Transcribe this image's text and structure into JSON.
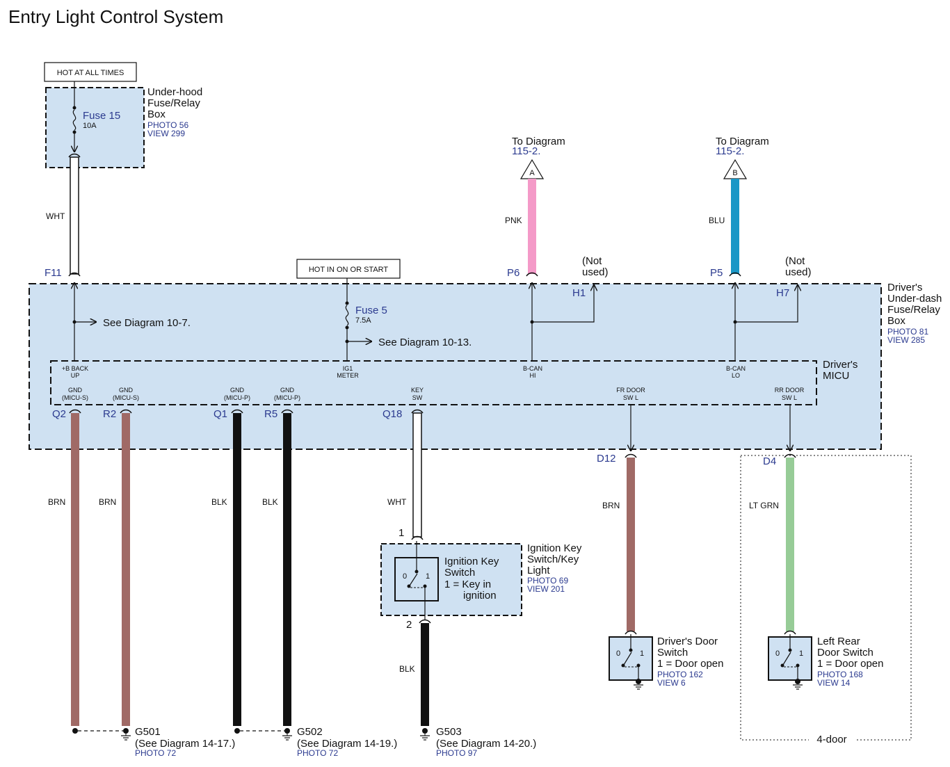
{
  "title": "Entry Light Control System",
  "hot_at_all_times": "HOT AT ALL TIMES",
  "hot_in_on_or_start": "HOT IN ON OR START",
  "underhood_box": {
    "name_lines": [
      "Under-hood",
      "Fuse/Relay",
      "Box"
    ],
    "photo": "PHOTO 56",
    "view": "VIEW 299",
    "fuse_name": "Fuse 15",
    "fuse_rating": "10A"
  },
  "underdash_box": {
    "name_lines": [
      "Driver's",
      "Under-dash",
      "Fuse/Relay",
      "Box"
    ],
    "photo": "PHOTO 81",
    "view": "VIEW 285",
    "fuse_name": "Fuse 5",
    "fuse_rating": "7.5A"
  },
  "micu": {
    "name_lines": [
      "Driver's",
      "MICU"
    ]
  },
  "see_diagrams": {
    "d10_7": "See Diagram 10-7.",
    "d10_13": "See Diagram 10-13."
  },
  "to_diagram_a": {
    "line1": "To Diagram",
    "line2": "115-2.",
    "letter": "A"
  },
  "to_diagram_b": {
    "line1": "To Diagram",
    "line2": "115-2.",
    "letter": "B"
  },
  "not_used": [
    "(Not",
    "used)"
  ],
  "pins": {
    "F11": "F11",
    "P6": "P6",
    "P5": "P5",
    "H1": "H1",
    "H7": "H7",
    "Q2": "Q2",
    "R2": "R2",
    "Q1": "Q1",
    "R5": "R5",
    "Q18": "Q18",
    "D12": "D12",
    "D4": "D4"
  },
  "micu_pins": {
    "bbackup": [
      "+B BACK",
      "UP"
    ],
    "ig1": [
      "IG1",
      "METER"
    ],
    "bcanhi": [
      "B-CAN",
      "HI"
    ],
    "bcanlo": [
      "B-CAN",
      "LO"
    ],
    "gnd1": [
      "GND",
      "(MICU-S)"
    ],
    "gnd2": [
      "GND",
      "(MICU-S)"
    ],
    "gnd3": [
      "GND",
      "(MICU-P)"
    ],
    "gnd4": [
      "GND",
      "(MICU-P)"
    ],
    "keysw": [
      "KEY",
      "SW"
    ],
    "frdoor": [
      "FR DOOR",
      "SW L"
    ],
    "rrdoor": [
      "RR DOOR",
      "SW L"
    ]
  },
  "wires": {
    "wht_top": "WHT",
    "pnk": "PNK",
    "blu": "BLU",
    "brn1": "BRN",
    "brn2": "BRN",
    "blk1": "BLK",
    "blk2": "BLK",
    "wht_key": "WHT",
    "blk_key": "BLK",
    "brn_door": "BRN",
    "ltgrn": "LT GRN"
  },
  "ignition_switch": {
    "name_lines": [
      "Ignition Key",
      "Switch/Key",
      "Light"
    ],
    "inner_lines": [
      "Ignition Key",
      "Switch",
      "1 = Key in",
      "ignition"
    ],
    "photo": "PHOTO 69",
    "view": "VIEW 201",
    "pin1": "1",
    "pin2": "2"
  },
  "drivers_door_switch": {
    "lines": [
      "Driver's Door",
      "Switch",
      "1 = Door open"
    ],
    "photo": "PHOTO 162",
    "view": "VIEW 6"
  },
  "left_rear_door_switch": {
    "lines": [
      "Left Rear",
      "Door Switch",
      "1 = Door open"
    ],
    "photo": "PHOTO 168",
    "view": "VIEW 14"
  },
  "four_door": "4-door",
  "switch_positions": {
    "zero": "0",
    "one": "1"
  },
  "grounds": {
    "g501": {
      "name": "G501",
      "see": "(See Diagram 14-17.)",
      "photo": "PHOTO 72"
    },
    "g502": {
      "name": "G502",
      "see": "(See Diagram 14-19.)",
      "photo": "PHOTO 72"
    },
    "g503": {
      "name": "G503",
      "see": "(See Diagram 14-20.)",
      "photo": "PHOTO 97"
    }
  },
  "colors": {
    "box_fill": "#cfe1f2",
    "brn": "#a06a66",
    "blk": "#111111",
    "pnk": "#f49ac8",
    "blu": "#1a97c6",
    "ltgrn": "#97cc97",
    "label_blue": "#2b3a8f"
  }
}
